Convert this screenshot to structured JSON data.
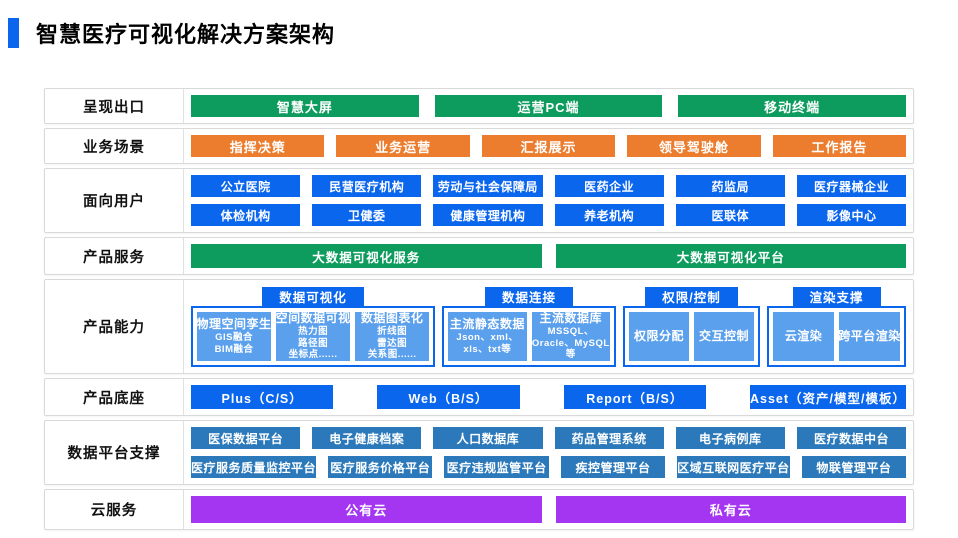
{
  "title": "智慧医疗可视化解决方案架构",
  "colors": {
    "accent_blue": "#0b66ee",
    "green": "#0e9c5e",
    "orange": "#ec7d2e",
    "bright_blue": "#0b66ee",
    "light_blue": "#5ba0ec",
    "steel_blue": "#2b79ba",
    "purple": "#a436f2"
  },
  "rows": [
    {
      "label": "呈现出口",
      "type": "pills",
      "color": "green",
      "items": [
        "智慧大屏",
        "运营PC端",
        "移动终端"
      ]
    },
    {
      "label": "业务场景",
      "type": "pills",
      "color": "orange",
      "items": [
        "指挥决策",
        "业务运营",
        "汇报展示",
        "领导驾驶舱",
        "工作报告"
      ]
    },
    {
      "label": "面向用户",
      "type": "grid",
      "color": "bright_blue",
      "grid": [
        [
          "公立医院",
          "民营医疗机构",
          "劳动与社会保障局",
          "医药企业",
          "药监局",
          "医疗器械企业"
        ],
        [
          "体检机构",
          "卫健委",
          "健康管理机构",
          "养老机构",
          "医联体",
          "影像中心"
        ]
      ]
    },
    {
      "label": "产品服务",
      "type": "pills",
      "color": "green",
      "items": [
        "大数据可视化服务",
        "大数据可视化平台"
      ]
    },
    {
      "label": "产品能力",
      "type": "groups",
      "groups": [
        {
          "header": "数据可视化",
          "cards": [
            {
              "title": "物理空间孪生",
              "lines": [
                "GIS融合",
                "BIM融合"
              ]
            },
            {
              "title": "空间数据可视",
              "lines": [
                "热力图",
                "路径图",
                "坐标点......"
              ]
            },
            {
              "title": "数据图表化",
              "lines": [
                "折线图",
                "雷达图",
                "关系图......"
              ]
            }
          ]
        },
        {
          "header": "数据连接",
          "cards": [
            {
              "title": "主流静态数据",
              "lines": [
                "Json、xml、",
                "xls、txt等"
              ]
            },
            {
              "title": "主流数据库",
              "lines": [
                "MSSQL、",
                "Oracle、MySQL",
                "等"
              ]
            }
          ]
        },
        {
          "header": "权限/控制",
          "cards": [
            {
              "title": "权限分配",
              "lines": []
            },
            {
              "title": "交互控制",
              "lines": []
            }
          ]
        },
        {
          "header": "渲染支撑",
          "cards": [
            {
              "title": "云渲染",
              "lines": []
            },
            {
              "title": "跨平台渲染",
              "lines": []
            }
          ]
        }
      ]
    },
    {
      "label": "产品底座",
      "type": "pills",
      "color": "bright_blue",
      "items": [
        "Plus（C/S）",
        "Web（B/S）",
        "Report（B/S）",
        "Asset（资产/模型/模板）"
      ]
    },
    {
      "label": "数据平台支撑",
      "type": "grid",
      "color": "steel_blue",
      "grid": [
        [
          "医保数据平台",
          "电子健康档案",
          "人口数据库",
          "药品管理系统",
          "电子病例库",
          "医疗数据中台"
        ],
        [
          "医疗服务质量监控平台",
          "医疗服务价格平台",
          "医疗违规监管平台",
          "疾控管理平台",
          "区域互联网医疗平台",
          "物联管理平台"
        ]
      ]
    },
    {
      "label": "云服务",
      "type": "pills",
      "color": "purple",
      "items": [
        "公有云",
        "私有云"
      ]
    }
  ]
}
